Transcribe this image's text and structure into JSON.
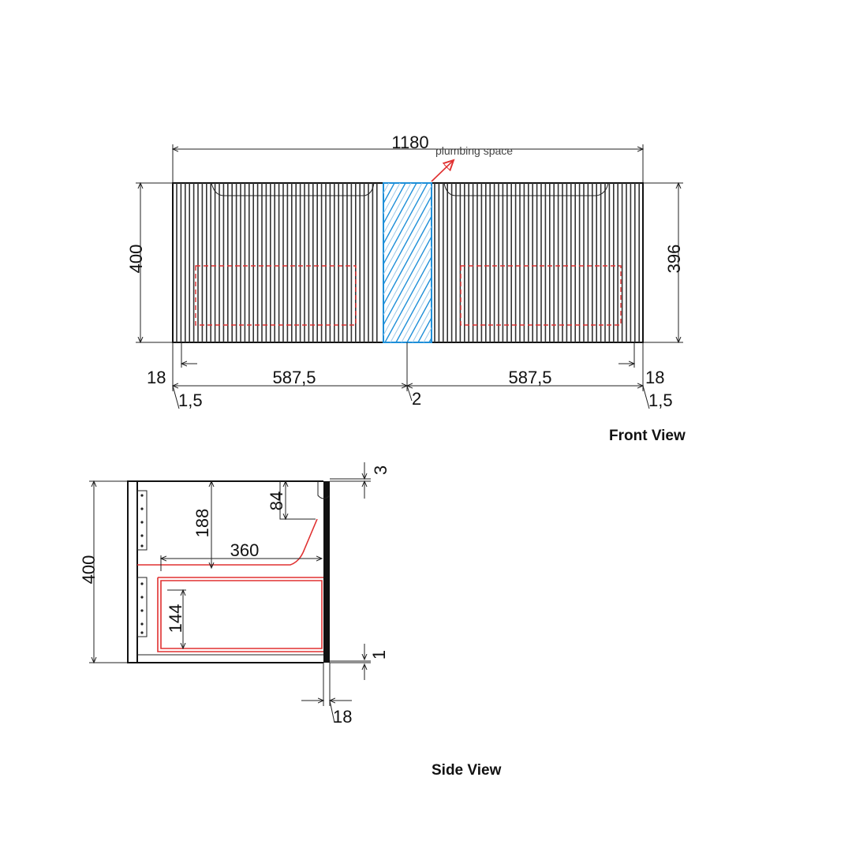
{
  "front_view": {
    "caption": "Front View",
    "dims": {
      "overall_width": "1180",
      "height_left": "400",
      "height_right": "396",
      "side_left": "18",
      "side_right": "18",
      "drawer_left": "587,5",
      "drawer_right": "587,5",
      "gap_center": "2",
      "offset_left": "1,5",
      "offset_right": "1,5"
    },
    "annotation": "plumbing space"
  },
  "side_view": {
    "caption": "Side View",
    "dims": {
      "height": "400",
      "top_gap": "3",
      "top_block": "84",
      "upper_depth": "188",
      "inner_depth": "360",
      "lower_drawer": "144",
      "bottom_gap": "1",
      "front_thickness": "18"
    }
  },
  "colors": {
    "linework": "#222222",
    "hidden_lines": "#e03030",
    "plumbing_hatch": "#1e8fd8"
  }
}
